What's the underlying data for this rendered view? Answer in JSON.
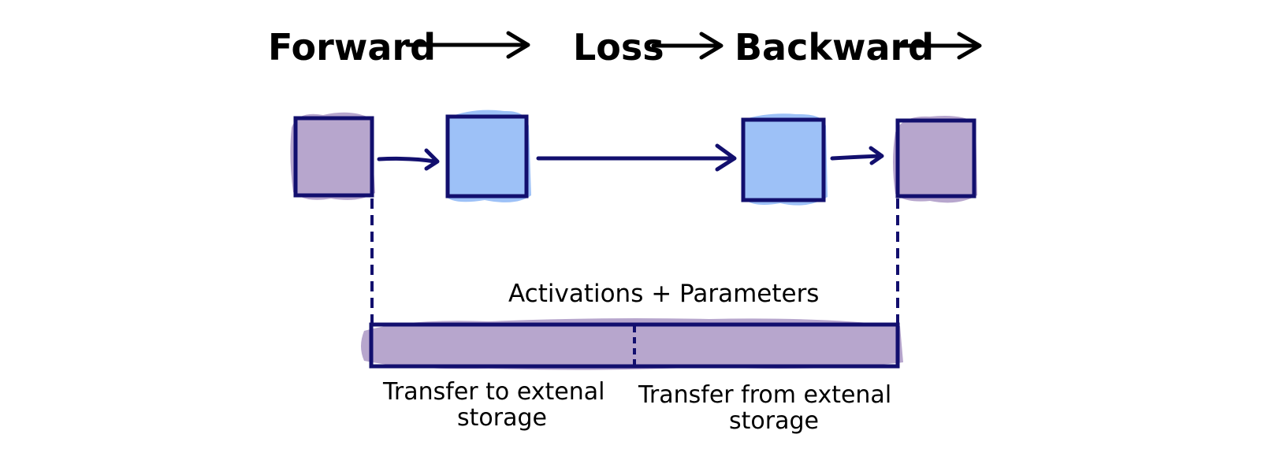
{
  "header": {
    "forward": "Forward",
    "loss": "Loss",
    "backward": "Backward"
  },
  "storage": {
    "label": "Activations + Parameters",
    "left_caption_line1": "Transfer to extenal",
    "left_caption_line2": "storage",
    "right_caption_line1": "Transfer from extenal",
    "right_caption_line2": "storage"
  },
  "colors": {
    "outline": "#120f6e",
    "purple_fill": "#b7a6cd",
    "blue_fill": "#9dc1f7",
    "text": "#000000"
  }
}
